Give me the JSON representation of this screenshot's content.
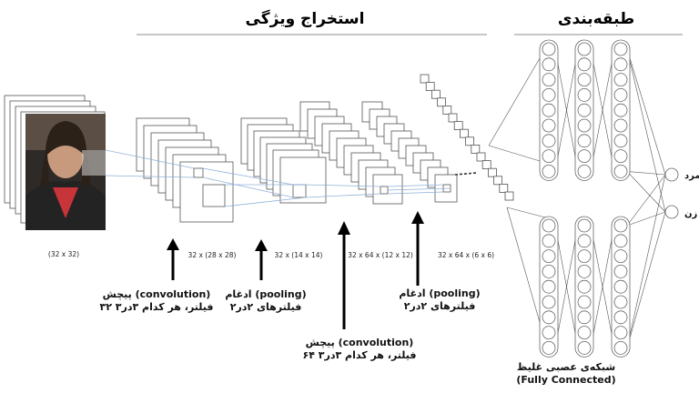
{
  "headers": {
    "feature_extraction": "استخراج ویژگی",
    "classification": "طبقه‌بندی"
  },
  "input": {
    "size_label": "(32 x 32)"
  },
  "dimensions": {
    "conv1": "32 x (28 x 28)",
    "pool1": "32 x (14 x 14)",
    "conv2": "32 x 64 x (12 x 12)",
    "pool2": "32 x 64 x (6 x 6)"
  },
  "steps": {
    "conv1": {
      "line1": "پیچش (convolution)",
      "line2": "۳۲ فیلتر، هر کدام ۳در۳"
    },
    "pool1": {
      "line1": "ادغام (pooling)",
      "line2": "فیلترهای ۲در۲"
    },
    "conv2": {
      "line1": "پیچش (convolution)",
      "line2": "۶۴ فیلتر، هر کدام ۳در۳"
    },
    "pool2": {
      "line1": "ادغام (pooling)",
      "line2": "فیلترهای ۲در۲"
    }
  },
  "network": {
    "label_line1": "شبکه‌ی عصبی غلیظ",
    "label_line2": "(Fully Connected)",
    "outputs": [
      "مرد",
      "زن"
    ]
  }
}
